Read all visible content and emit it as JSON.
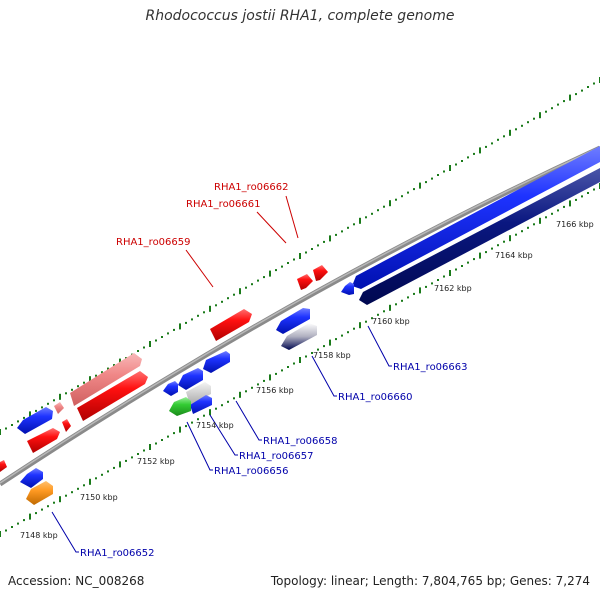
{
  "title": "Rhodococcus jostii RHA1, complete genome",
  "footer": {
    "accession": "Accession: NC_008268",
    "summary": "Topology: linear; Length: 7,804,765 bp; Genes: 7,274"
  },
  "colors": {
    "backbone": "#888888",
    "tick": "#1a7a1a",
    "forward_label": "#cc0000",
    "reverse_label": "#0000aa",
    "blue": "#0022ee",
    "navy": "#00107a",
    "red": "#ee0000",
    "pink": "#f08080",
    "green": "#33cc33",
    "orange": "#ff9922"
  },
  "ticks": [
    "7148 kbp",
    "7150 kbp",
    "7152 kbp",
    "7154 kbp",
    "7156 kbp",
    "7158 kbp",
    "7160 kbp",
    "7162 kbp",
    "7164 kbp",
    "7166 kbp"
  ],
  "labels_forward": [
    "RHA1_ro06662",
    "RHA1_ro06661",
    "RHA1_ro06659"
  ],
  "labels_reverse": [
    "RHA1_ro06663",
    "RHA1_ro06660",
    "RHA1_ro06658",
    "RHA1_ro06657",
    "RHA1_ro06656",
    "RHA1_ro06652"
  ]
}
